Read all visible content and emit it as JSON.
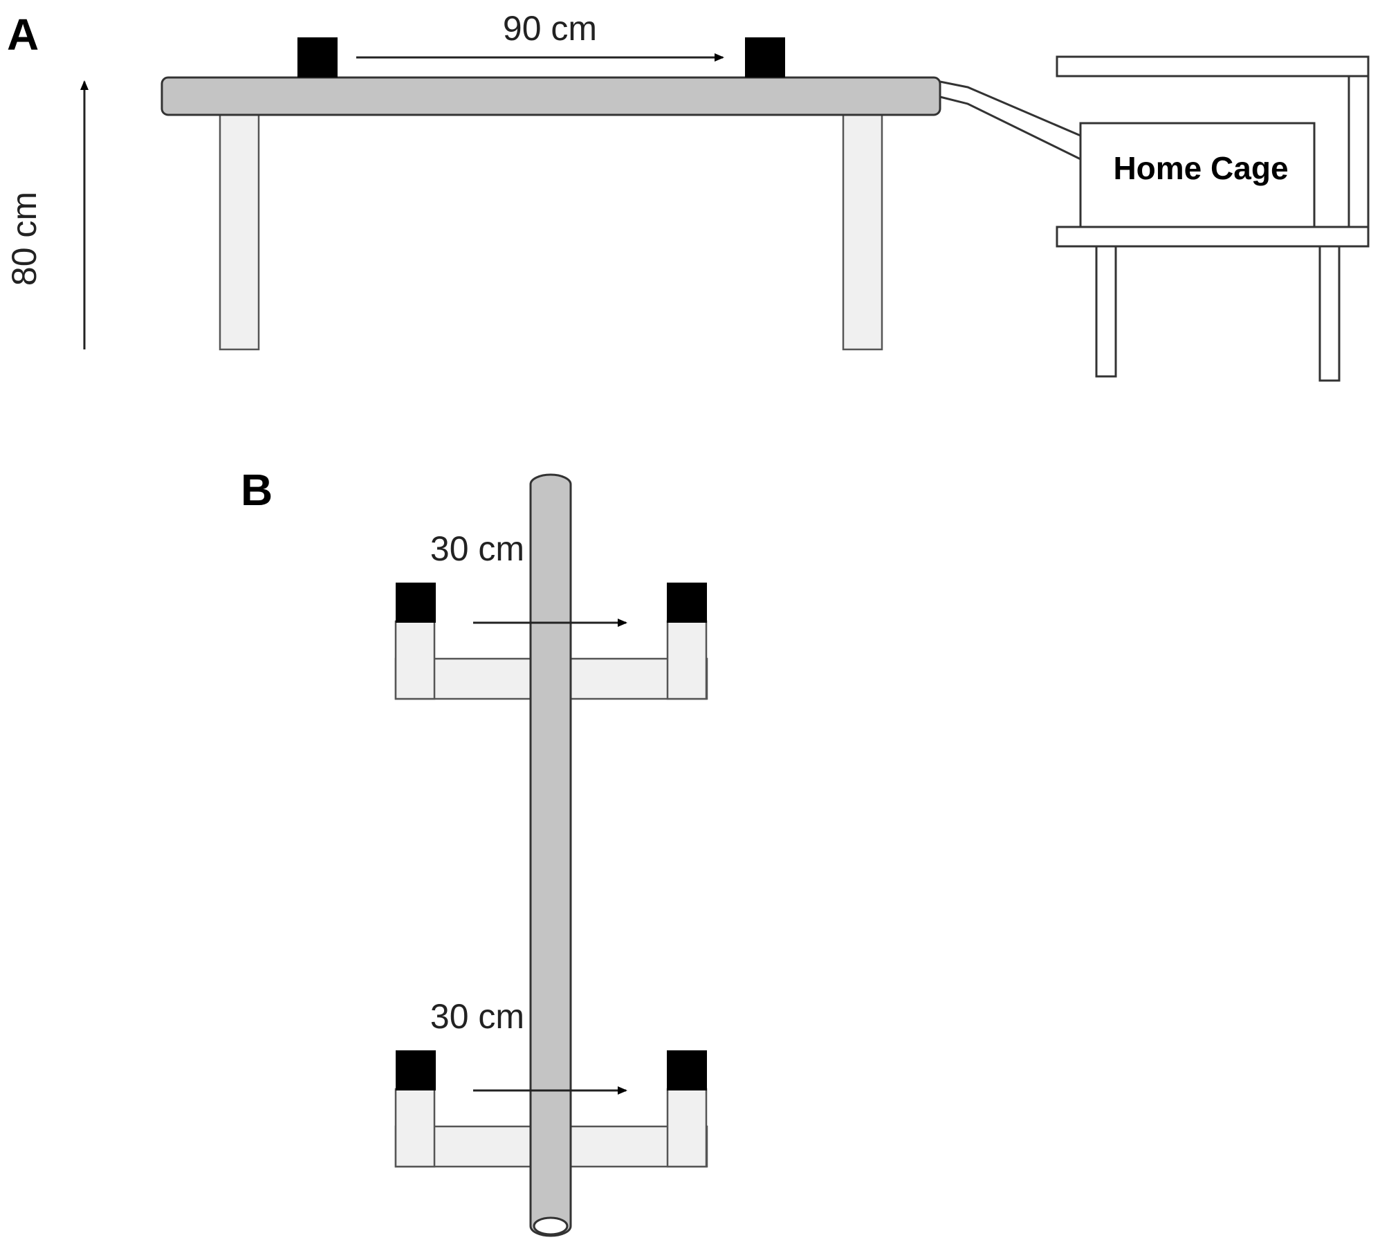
{
  "panel_a": {
    "label": "A",
    "beam_length": "90 cm",
    "height": "80 cm",
    "home_cage": "Home Cage"
  },
  "panel_b": {
    "label": "B",
    "top_spacing": "30 cm",
    "bottom_spacing": "30 cm"
  },
  "colors": {
    "beam": "#c4c4c4",
    "support": "#f0f0f0",
    "marker": "#000000"
  }
}
